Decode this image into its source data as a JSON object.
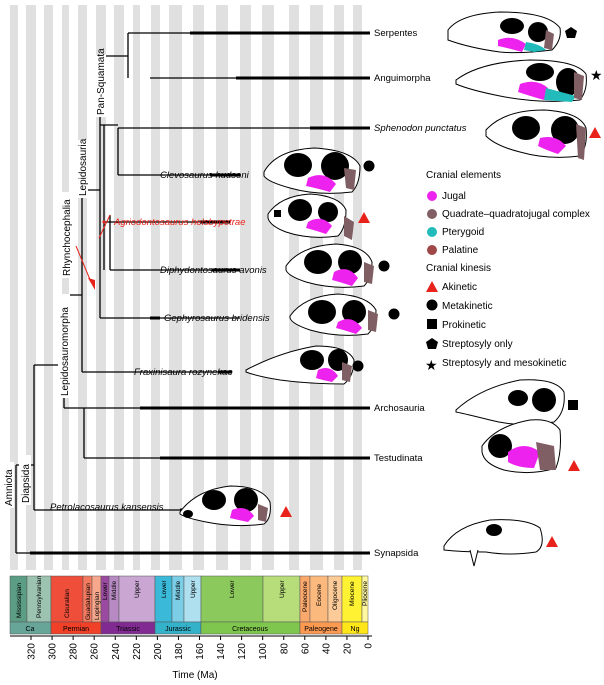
{
  "taxa": {
    "serpentes": "Serpentes",
    "anguimorpha": "Anguimorpha",
    "sphenodon": "Sphenodon punctatus",
    "clevosaurus": "Clevosaurus hudsoni",
    "agriodontosaurus": "Agriodontosaurus helsbypetrae",
    "diphydontosaurus": "Diphydontosaurus avonis",
    "gephyrosaurus": "Gephyrosaurus bridensis",
    "fraxinisaura": "Fraxinisaura rozynekae",
    "archosauria": "Archosauria",
    "testudinata": "Testudinata",
    "petrolacosaurus": "Petrolacosaurus kansensis",
    "synapsida": "Synapsida"
  },
  "clades": {
    "pan_squamata": "Pan-Squamata",
    "lepidosauria": "Lepidosauria",
    "rhynchocephalia": "Rhynchocephalia",
    "lepidosauromorpha": "Lepidosauromorpha",
    "diapsida": "Diapsida",
    "amniota": "Amniota"
  },
  "legend": {
    "cranial_title": "Cranial elements",
    "cranial_items": [
      {
        "label": "Jugal",
        "color": "#ee22ee"
      },
      {
        "label": "Quadrate–quadratojugal complex",
        "color": "#7f5f63"
      },
      {
        "label": "Pterygoid",
        "color": "#22bbbb"
      },
      {
        "label": "Palatine",
        "color": "#a04848"
      }
    ],
    "kinesis_title": "Cranial kinesis",
    "kinesis_items": [
      {
        "label": "Akinetic",
        "icon": "triangle-icon"
      },
      {
        "label": "Metakinetic",
        "icon": "circle-icon"
      },
      {
        "label": "Prokinetic",
        "icon": "square-icon"
      },
      {
        "label": "Streptosyly only",
        "icon": "pentagon-icon"
      },
      {
        "label": "Streptosyly and mesokinetic",
        "icon": "star-icon"
      }
    ]
  },
  "timescale": {
    "axis_label": "Time (Ma)",
    "ticks": [
      "320",
      "300",
      "280",
      "260",
      "240",
      "220",
      "200",
      "180",
      "160",
      "140",
      "120",
      "100",
      "80",
      "60",
      "40",
      "20",
      "0"
    ],
    "epochs": [
      "Mississipian",
      "Pennsylvanian",
      "Cisuralian",
      "Guadalupian",
      "Lopingian",
      "Lower",
      "Middle",
      "Upper",
      "Lower",
      "Middle",
      "Upper",
      "Lower",
      "Upper",
      "Paleocene",
      "Eocene",
      "Oligocene",
      "Miocene",
      "Pliocene"
    ],
    "periods": [
      "Ca",
      "Permian",
      "Triassic",
      "Jurassic",
      "Cretaceous",
      "Paleogene",
      "Ng"
    ]
  },
  "colors": {
    "highlight": "#e8221a",
    "band": "#e0e0e0"
  }
}
